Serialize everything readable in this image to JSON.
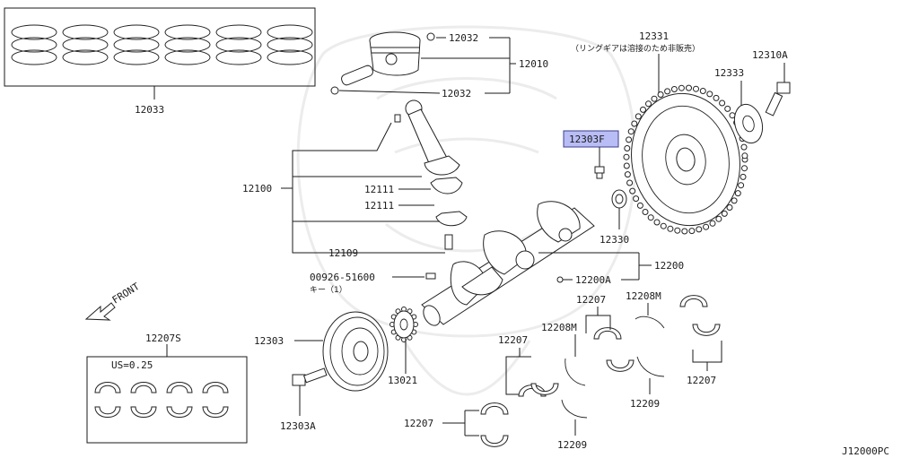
{
  "diagram_code": "J12000PC",
  "front_label": "FRONT",
  "bearing_set_note": "US=0.25",
  "ring_gear_note": "（リングギアは溶接のため非販売）",
  "highlighted_part": "12303F",
  "labels": {
    "piston_rings": "12033",
    "piston_pin_clip_top": "12032",
    "piston_pin_clip_bottom": "12032",
    "piston_assembly": "12010",
    "connecting_rod_assy": "12100",
    "conrod_bearing_upper": "12111",
    "conrod_bearing_lower": "12111",
    "conrod_bolt": "12109",
    "key_part_no": "00926-51600",
    "key_name": "キー（1）",
    "crankshaft_assy": "12200",
    "crankshaft": "12200A",
    "pilot_bearing": "12330",
    "flywheel": "12331",
    "flywheel_plate": "12333",
    "flywheel_bolt": "12310A",
    "pulley": "12303",
    "pulley_bolt": "12303A",
    "crank_sprocket": "13021",
    "bearing_set": "12207S",
    "main_bearing_left": "12207",
    "main_bearing_mid": "12207",
    "main_bearing_top": "12207",
    "main_bearing_right": "12207",
    "thrust_bearing_left": "12208M",
    "thrust_bearing_right": "12208M",
    "thrust_washer_left": "12209",
    "thrust_washer_right": "12209"
  }
}
